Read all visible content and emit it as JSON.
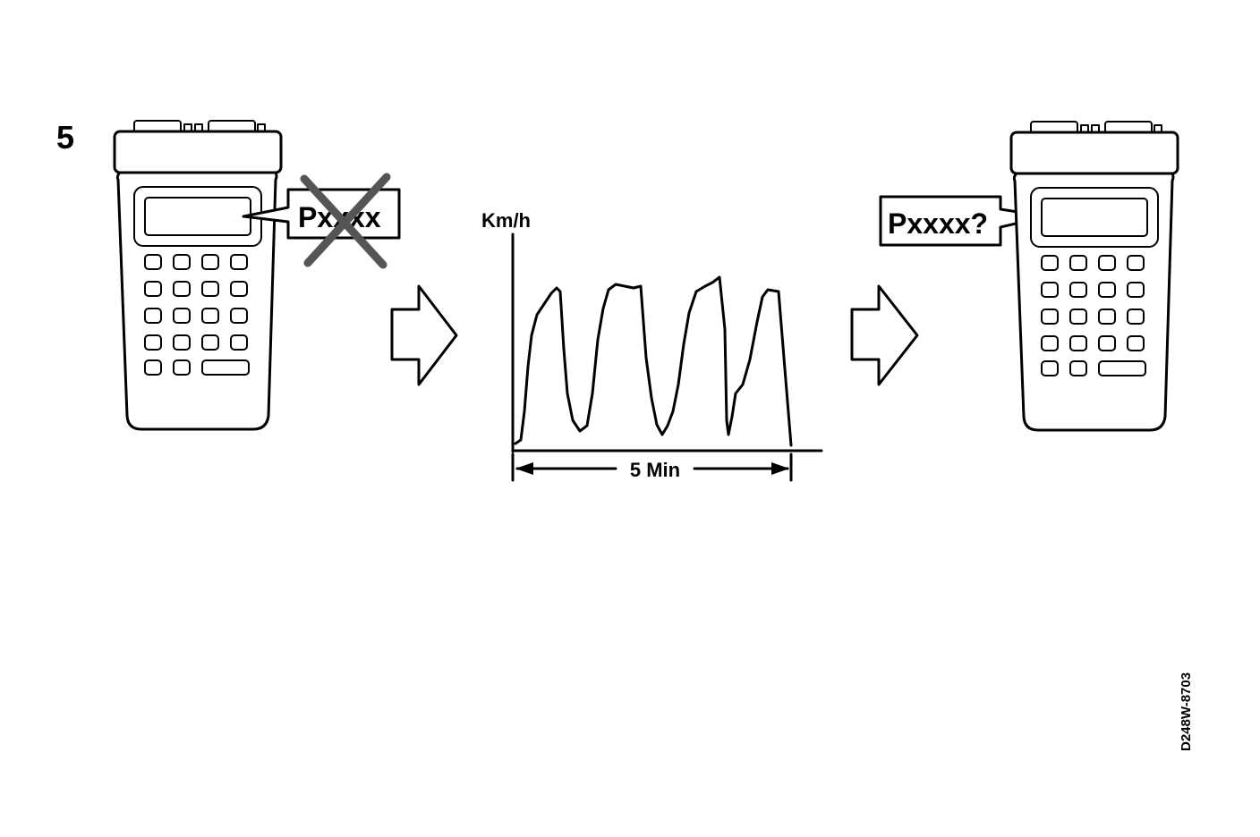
{
  "step_number": "5",
  "left_device": {
    "callout_text": "Pxxxx"
  },
  "right_device": {
    "callout_text": "Pxxxx?"
  },
  "graph": {
    "ylabel": "Km/h",
    "duration_label": "5 Min"
  },
  "figure_id": "D248W-8703",
  "colors": {
    "ink": "#000000",
    "background": "#ffffff",
    "cross": "#555555"
  },
  "icons": [
    "scan-tool-icon",
    "right-arrow-icon",
    "cross-out-icon"
  ]
}
